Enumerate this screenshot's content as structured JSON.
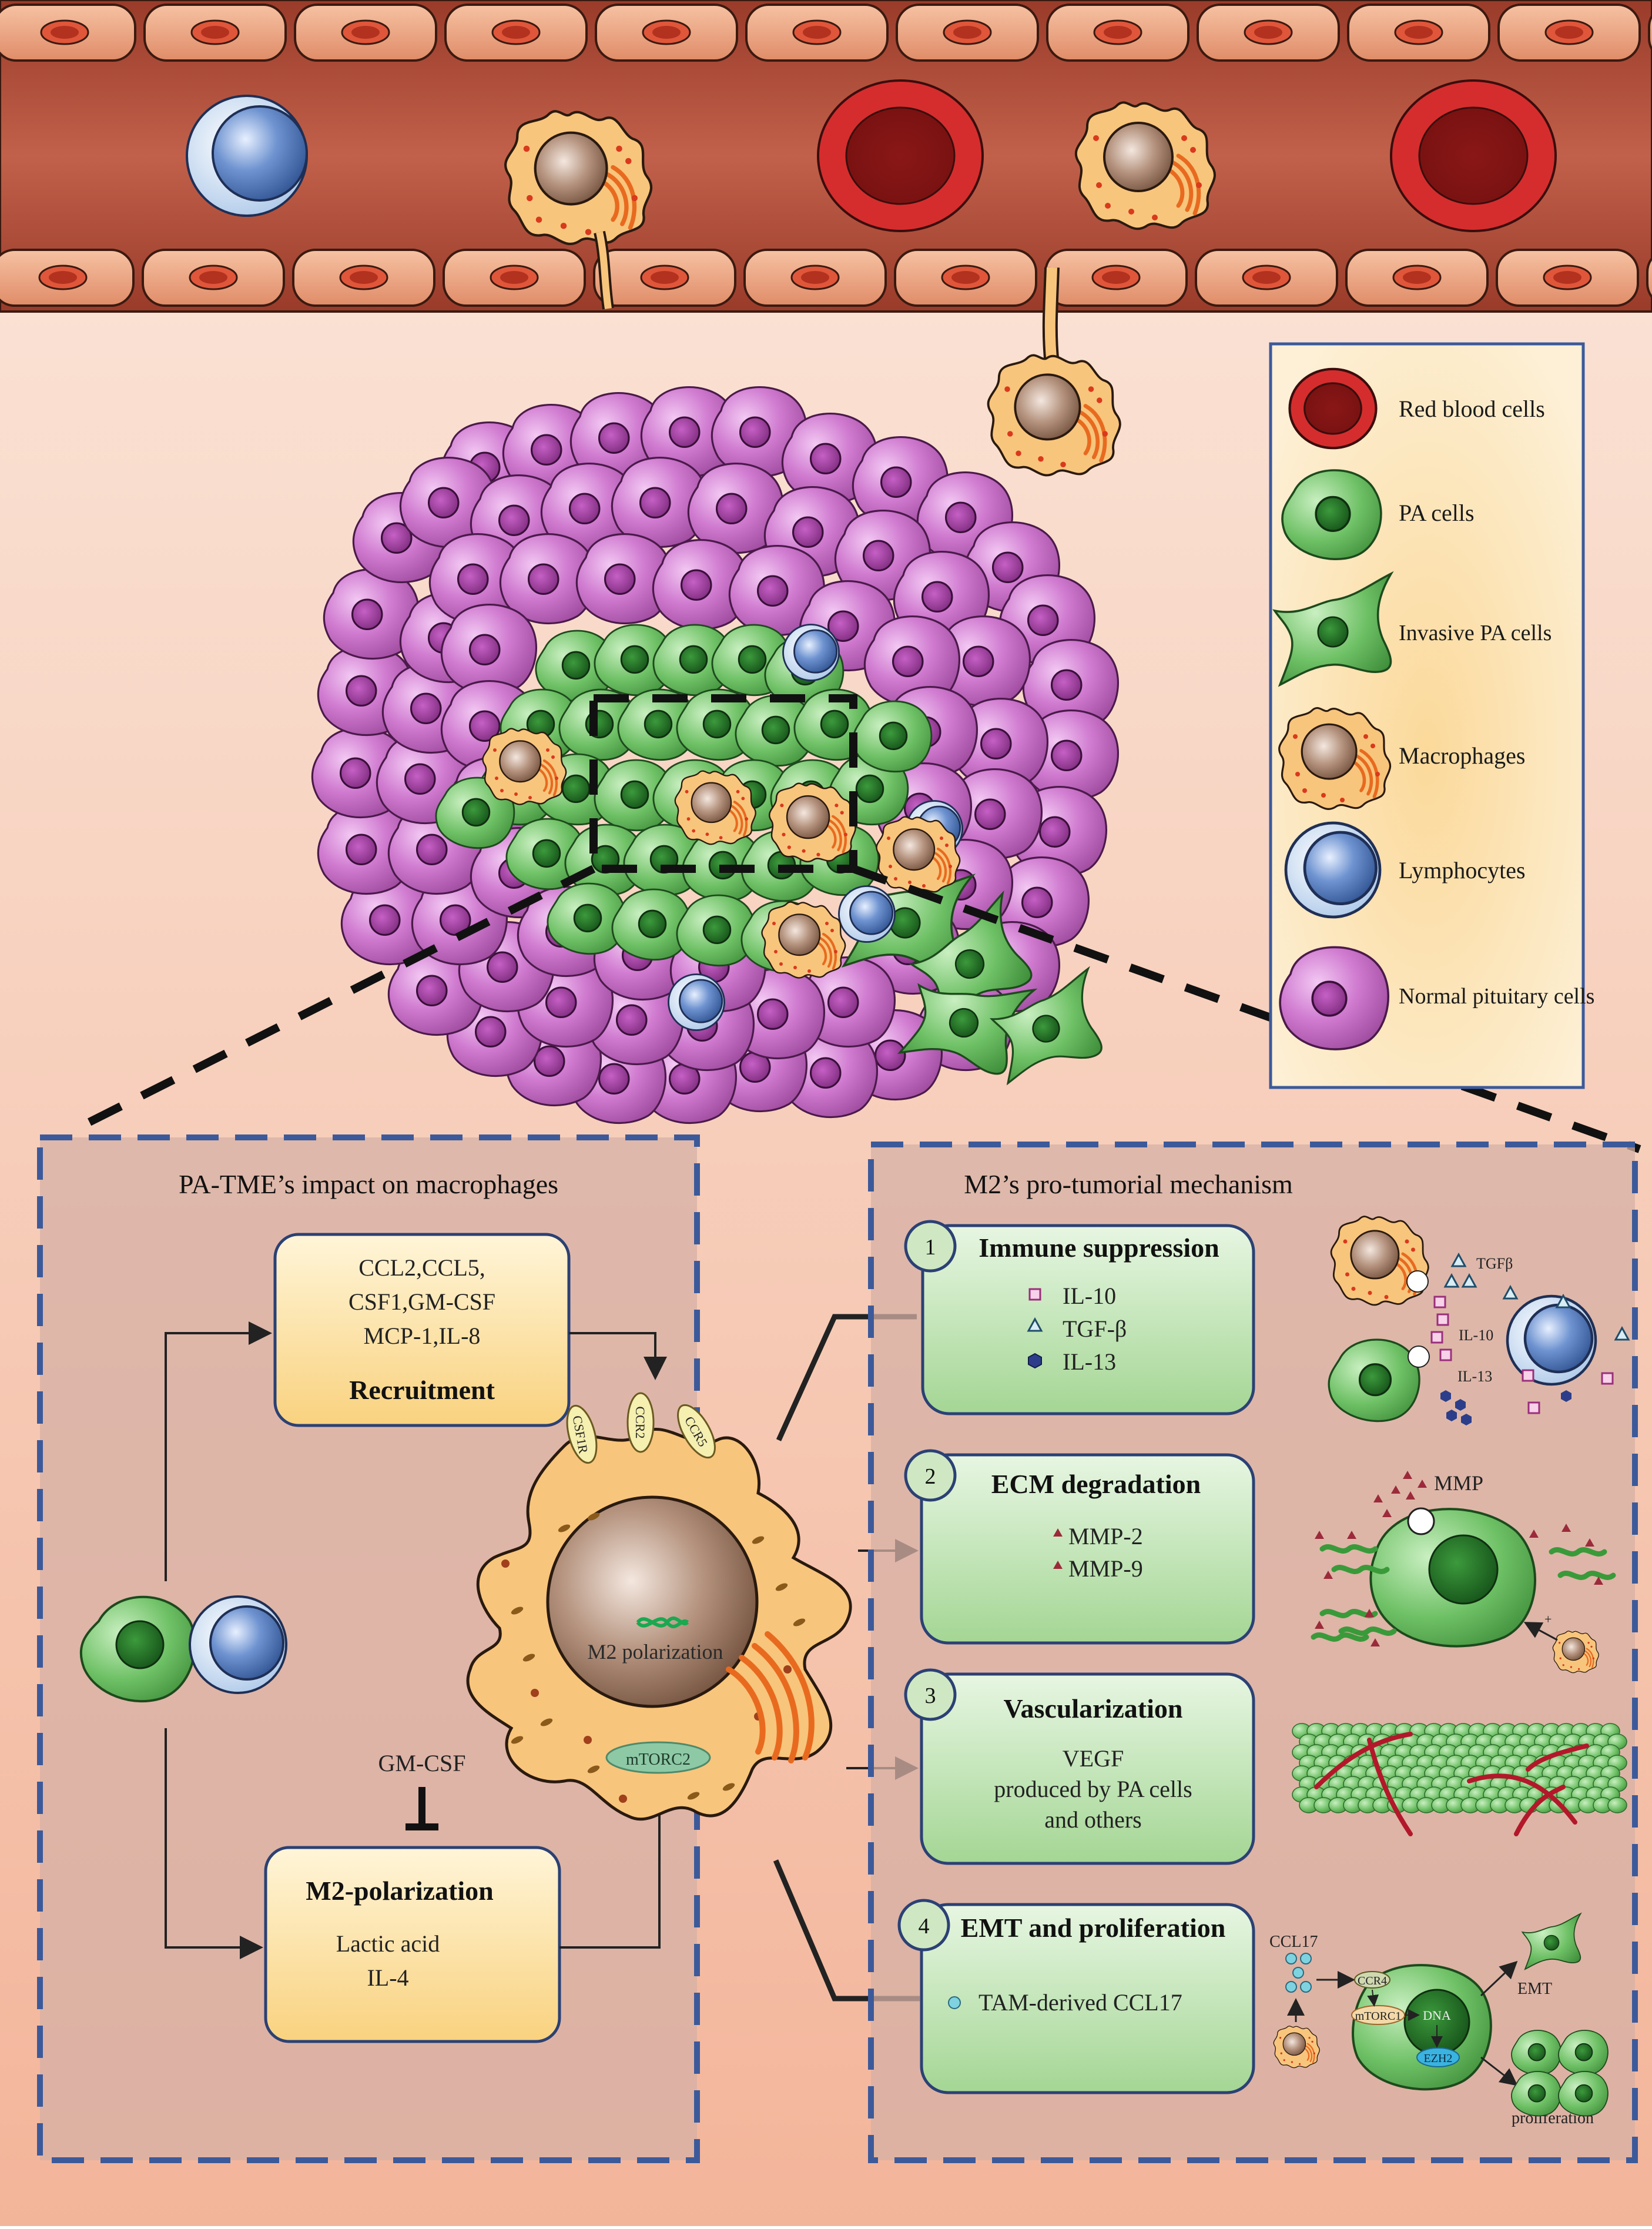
{
  "legend": {
    "items": [
      {
        "key": "rbc",
        "label": "Red blood cells",
        "icon": "red-blood-cell-icon"
      },
      {
        "key": "pa",
        "label": "PA cells",
        "icon": "pa-cell-icon"
      },
      {
        "key": "invasive",
        "label": "Invasive PA cells",
        "icon": "invasive-pa-cell-icon"
      },
      {
        "key": "macro",
        "label": "Macrophages",
        "icon": "macrophage-icon"
      },
      {
        "key": "lymph",
        "label": "Lymphocytes",
        "icon": "lymphocyte-icon"
      },
      {
        "key": "normal",
        "label": "Normal pituitary cells",
        "icon": "normal-pituitary-cell-icon"
      }
    ]
  },
  "left_panel": {
    "title": "PA-TME’s impact on macrophages",
    "recruitment_lines": [
      "CCL2,CCL5,",
      "CSF1,GM-CSF",
      "MCP-1,IL-8"
    ],
    "recruitment_title": "Recruitment",
    "inhibitor_label": "GM-CSF",
    "m2_title": "M2-polarization",
    "m2_lines": [
      "Lactic acid",
      "IL-4"
    ],
    "receptors": [
      "CSF1R",
      "CCR2",
      "CCR5"
    ],
    "m2_polarization_label": "M2 polarization",
    "mtorc2_label": "mTORC2"
  },
  "right_panel": {
    "title": "M2’s pro-tumorial mechanism",
    "boxes": [
      {
        "num": "1",
        "title": "Immune suppression",
        "items": [
          "IL-10",
          "TGF-β",
          "IL-13"
        ]
      },
      {
        "num": "2",
        "title": "ECM degradation",
        "items": [
          "MMP-2",
          "MMP-9"
        ]
      },
      {
        "num": "3",
        "title": "Vascularization",
        "lines": [
          "VEGF",
          "produced by PA cells",
          "and others"
        ]
      },
      {
        "num": "4",
        "title": "EMT and proliferation",
        "items": [
          "TAM-derived CCL17"
        ]
      }
    ],
    "immune_illus": {
      "tgfb": "TGFβ",
      "il10": "IL-10",
      "il13": "IL-13"
    },
    "ecm_illus": {
      "mmp": "MMP"
    },
    "emt_illus": {
      "ccl17": "CCL17",
      "ccr4": "CCR4",
      "mtorc1": "mTORC1",
      "dna": "DNA",
      "ezh2": "EZH2",
      "emt": "EMT",
      "proliferation": "proliferation"
    }
  },
  "colors": {
    "vessel": "#b5523c",
    "panel_border": "#3c5a9a",
    "box_yellow": "#fbe1a0",
    "box_green": "#c9e7bf",
    "pituitary": "#c86bc8",
    "pa_green": "#5fb35a",
    "rbc": "#d42b2b",
    "lymph": "#4f77b8"
  }
}
